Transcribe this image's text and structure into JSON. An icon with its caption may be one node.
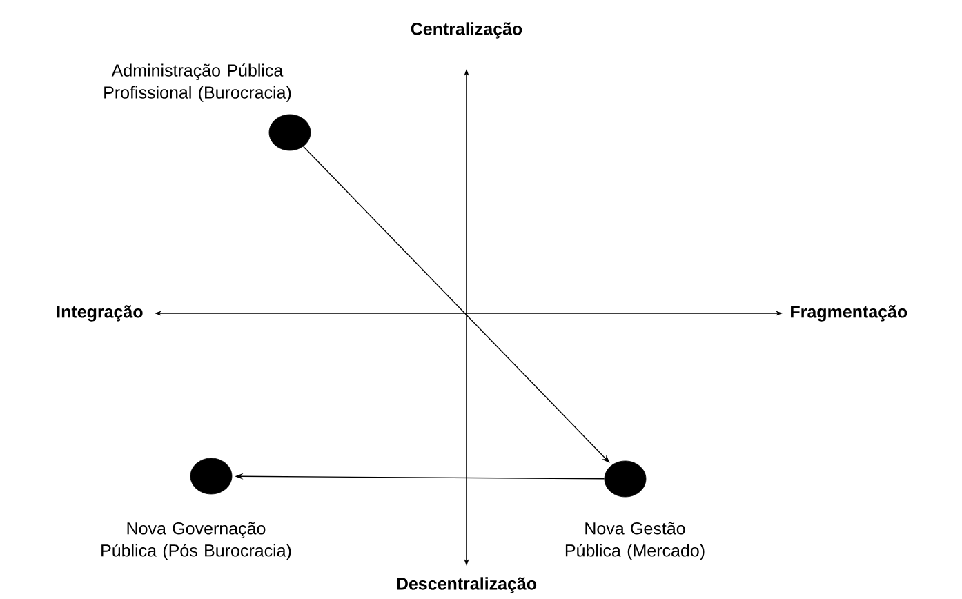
{
  "diagram": {
    "nodes": [
      {
        "text": [],
        "shape": "circle",
        "beside": [
          "Administração Pública Profissional (Burocracia)"
        ]
      },
      {
        "text": [],
        "shape": "circle",
        "beside": [
          "Nova Gestão Pública (Mercado)"
        ]
      },
      {
        "text": [],
        "shape": "circle",
        "beside": [
          "Nova Governação Pública (Pós Burocracia)"
        ]
      }
    ],
    "edges": [
      {
        "from": 0,
        "to": 1,
        "arrow": "to"
      },
      {
        "from": 1,
        "to": 2,
        "arrow": "to"
      }
    ],
    "labels": [
      "Centralização",
      "Integração",
      "Fragmentação",
      "Descentralização"
    ]
  }
}
